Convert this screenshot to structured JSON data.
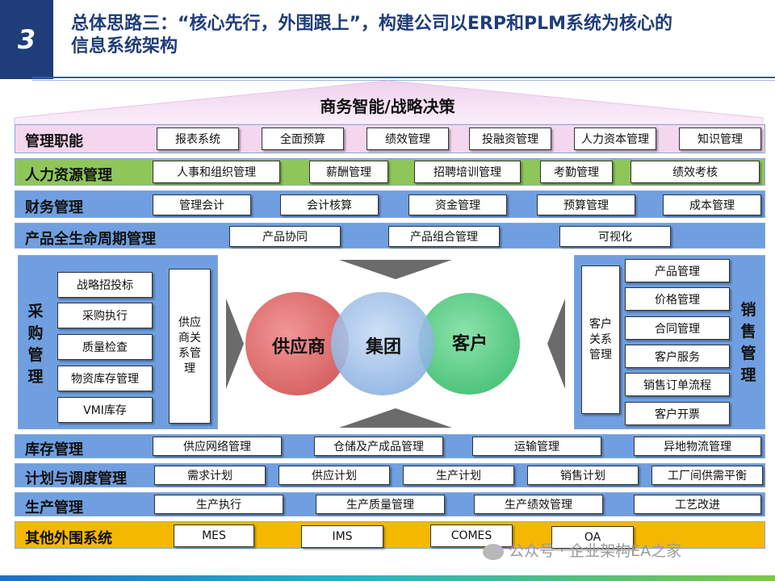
{
  "header": {
    "number": "3",
    "title_line1": "总体思路三：“核心先行，外围跟上”，构建公司以ERP和PLM系统为核心的",
    "title_line2": "信息系统架构"
  },
  "roof": {
    "label": "商务智能/战略决策"
  },
  "rows": {
    "mgmt": {
      "label": "管理职能",
      "items": [
        "报表系统",
        "全面预算",
        "绩效管理",
        "投融资管理",
        "人力资本管理",
        "知识管理"
      ]
    },
    "hr": {
      "label": "人力资源管理",
      "items": [
        "人事和组织管理",
        "薪酬管理",
        "招聘培训管理",
        "考勤管理",
        "绩效考核"
      ]
    },
    "finance": {
      "label": "财务管理",
      "items": [
        "管理会计",
        "会计核算",
        "资金管理",
        "预算管理",
        "成本管理"
      ]
    },
    "plm": {
      "label": "产品全生命周期管理",
      "items": [
        "产品协同",
        "产品组合管理",
        "可视化"
      ]
    },
    "inventory": {
      "label": "库存管理",
      "items": [
        "供应网络管理",
        "仓储及产成品管理",
        "运输管理",
        "异地物流管理"
      ]
    },
    "planning": {
      "label": "计划与调度管理",
      "items": [
        "需求计划",
        "供应计划",
        "生产计划",
        "销售计划",
        "工厂间供需平衡"
      ]
    },
    "production": {
      "label": "生产管理",
      "items": [
        "生产执行",
        "生产质量管理",
        "生产绩效管理",
        "工艺改进"
      ]
    },
    "other": {
      "label": "其他外围系统",
      "items": [
        "MES",
        "IMS",
        "COMES",
        "OA"
      ]
    }
  },
  "procurement": {
    "label": "采购管理",
    "items": [
      "战略招投标",
      "采购执行",
      "质量检查",
      "物资库存管理",
      "VMI库存"
    ],
    "srm": "供应商关系管理"
  },
  "sales": {
    "label": "销售管理",
    "items": [
      "产品管理",
      "价格管理",
      "合同管理",
      "客户服务",
      "销售订单流程",
      "客户开票"
    ],
    "crm": "客户关系管理"
  },
  "venn": {
    "left": "供应商",
    "center": "集团",
    "right": "客户"
  },
  "watermark": "公众号 · 企业架构EA之家",
  "colors": {
    "navy": "#1f3d7a",
    "row_pink": "#f4d6ee",
    "row_green": "#8fc65a",
    "row_blue": "#6f9fe0",
    "row_yellow": "#f5b800",
    "venn_red": "#e05c5c",
    "venn_blue": "#8fb8e8",
    "venn_green": "#4ec97a"
  }
}
